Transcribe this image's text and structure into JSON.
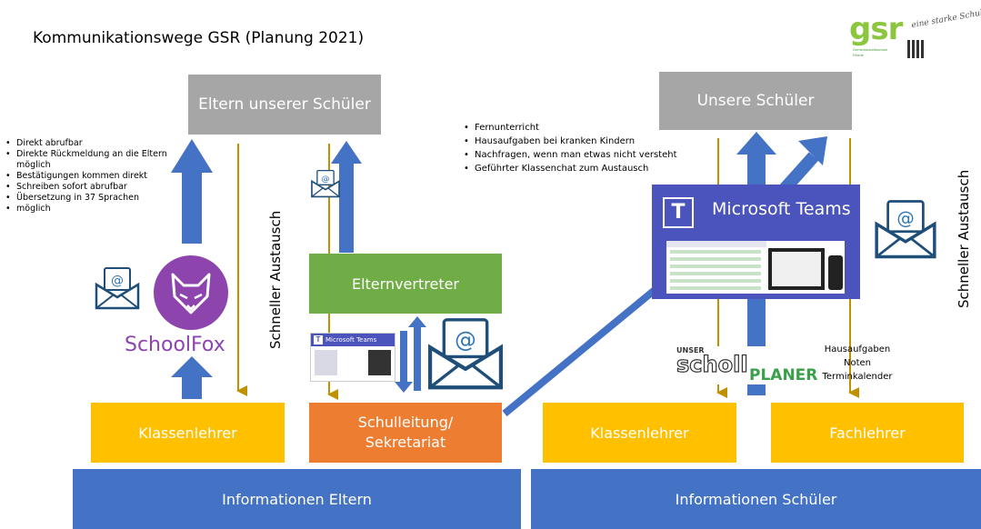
{
  "title": "Kommunikationswege GSR (Planung 2021)",
  "logo": {
    "mark": "gsr",
    "slogan": "eine starke Schule",
    "subtitle_line1": "Gemeinschaftsschule",
    "subtitle_line2": "Rhede"
  },
  "boxes": {
    "eltern": "Eltern unserer Schüler",
    "schueler": "Unsere Schüler",
    "elternvertreter": "Elternvertreter",
    "klassenlehrer_left": "Klassenlehrer",
    "schulleitung_line1": "Schulleitung/",
    "schulleitung_line2": "Sekretariat",
    "klassenlehrer_right": "Klassenlehrer",
    "fachlehrer": "Fachlehrer",
    "info_eltern": "Informationen Eltern",
    "info_schueler": "Informationen Schüler"
  },
  "left_bullets": [
    "Direkt abrufbar",
    "Direkte Rückmeldung an die Eltern möglich",
    "Bestätigungen kommen direkt",
    "Schreiben sofort abrufbar",
    "Übersetzung in 37 Sprachen",
    "möglich"
  ],
  "right_bullets": [
    "Fernunterricht",
    "Hausaufgaben bei kranken Kindern",
    "Nachfragen, wenn man etwas nicht versteht",
    "Geführter Klassenchat zum Austausch"
  ],
  "vertical_labels": {
    "left": "Schneller Austausch",
    "right": "Schneller Austausch"
  },
  "schoolfox": {
    "label": "SchoolFox"
  },
  "teams": {
    "label": "Microsoft Teams",
    "small_label": "Microsoft Teams"
  },
  "planer": {
    "word1": "UNSER",
    "word2": "scholl",
    "word3": "PLANER",
    "items": [
      "Hausaufgaben",
      "Noten",
      "Terminkalender"
    ]
  },
  "colors": {
    "grey": "#a6a6a6",
    "yellow": "#ffc000",
    "blue": "#4472c4",
    "green": "#70ad47",
    "orange": "#ed7d31",
    "teams_purple": "#4b53bc",
    "schoolfox_purple": "#8e44ad",
    "arrow_gold": "#bf9000"
  }
}
